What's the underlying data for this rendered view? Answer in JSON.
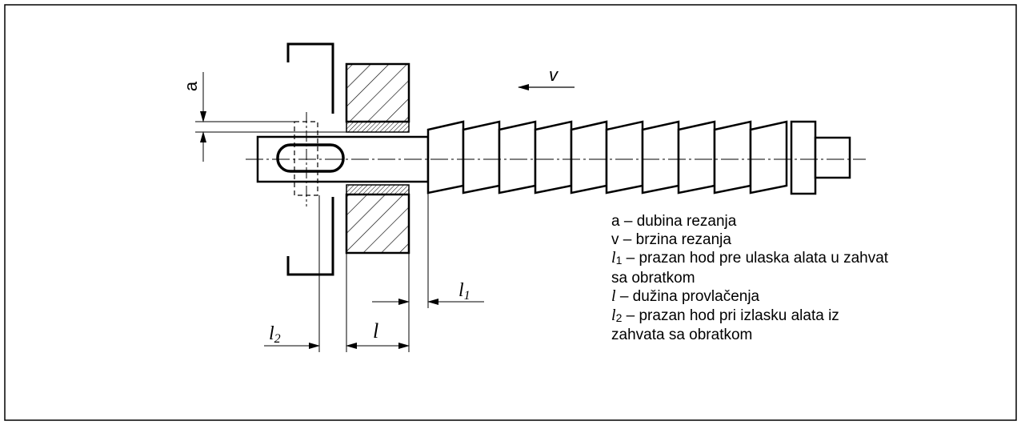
{
  "labels": {
    "a": "a",
    "v": "v",
    "l1": "l",
    "l1_sub": "1",
    "l": "l",
    "l2": "l",
    "l2_sub": "2"
  },
  "legend": [
    {
      "symbol": "",
      "sub": "",
      "text": "a – dubina rezanja"
    },
    {
      "symbol": "",
      "sub": "",
      "text": "v – brzina rezanja"
    },
    {
      "symbol": "l",
      "sub": "1",
      "text": " – prazan hod pre ulaska alata u zahvat"
    },
    {
      "symbol": "",
      "sub": "",
      "text": "sa obratkom"
    },
    {
      "symbol": "l",
      "sub": "",
      "text": " – dužina provlačenja"
    },
    {
      "symbol": "l",
      "sub": "2",
      "text": " – prazan hod pri izlasku alata iz"
    },
    {
      "symbol": "",
      "sub": "",
      "text": "zahvata sa obratkom"
    }
  ]
}
